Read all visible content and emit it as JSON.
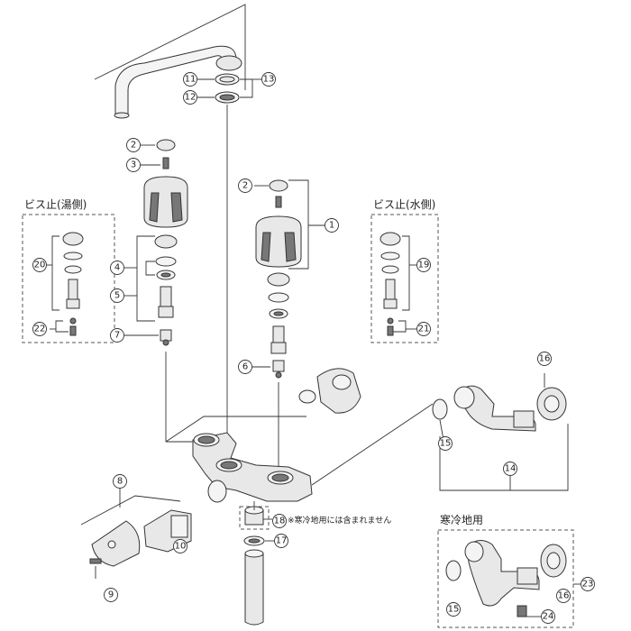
{
  "callouts": {
    "c1": "1",
    "c2a": "2",
    "c2b": "2",
    "c3": "3",
    "c4": "4",
    "c5": "5",
    "c6": "6",
    "c7": "7",
    "c8": "8",
    "c9": "9",
    "c10": "10",
    "c11": "11",
    "c12": "12",
    "c13": "13",
    "c14": "14",
    "c15a": "15",
    "c15b": "15",
    "c16a": "16",
    "c16b": "16",
    "c17": "17",
    "c18": "18",
    "c19": "19",
    "c20": "20",
    "c21": "21",
    "c22": "22",
    "c23": "23",
    "c24": "24"
  },
  "boxes": {
    "hot_screw_title": "ビス止(湯側)",
    "cold_screw_title": "ビス止(水側)",
    "cold_region_title": "寒冷地用"
  },
  "notes": {
    "part18_note": "※寒冷地用には含まれません"
  }
}
